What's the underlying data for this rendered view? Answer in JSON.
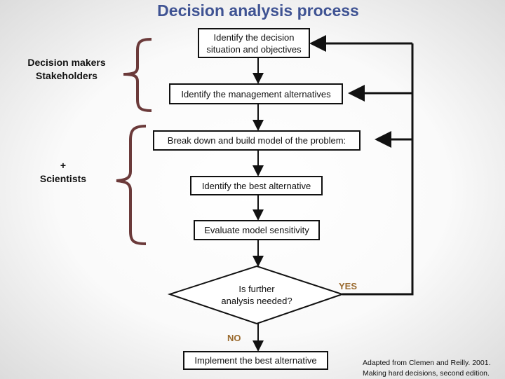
{
  "title": "Decision analysis process",
  "groups": {
    "stakeholders": {
      "line1": "Decision makers",
      "line2": "Stakeholders"
    },
    "scientists": {
      "plus": "+",
      "line1": "Scientists"
    }
  },
  "steps": [
    {
      "line1": "Identify the decision",
      "line2": "situation and objectives"
    },
    {
      "label": "Identify the management alternatives"
    },
    {
      "label": "Break down and build model of the problem:"
    },
    {
      "label": "Identify the best alternative"
    },
    {
      "label": "Evaluate model sensitivity"
    }
  ],
  "decision": {
    "line1": "Is further",
    "line2": "analysis needed?",
    "yes": "YES",
    "no": "NO"
  },
  "final_step": "Implement the best alternative",
  "citation": {
    "line1": "Adapted from Clemen and Reilly. 2001.",
    "line2": "Making hard decisions, second edition."
  },
  "colors": {
    "title": "#3f5393",
    "brace": "#6b3a3a",
    "yes_no": "#9a6a2e"
  }
}
